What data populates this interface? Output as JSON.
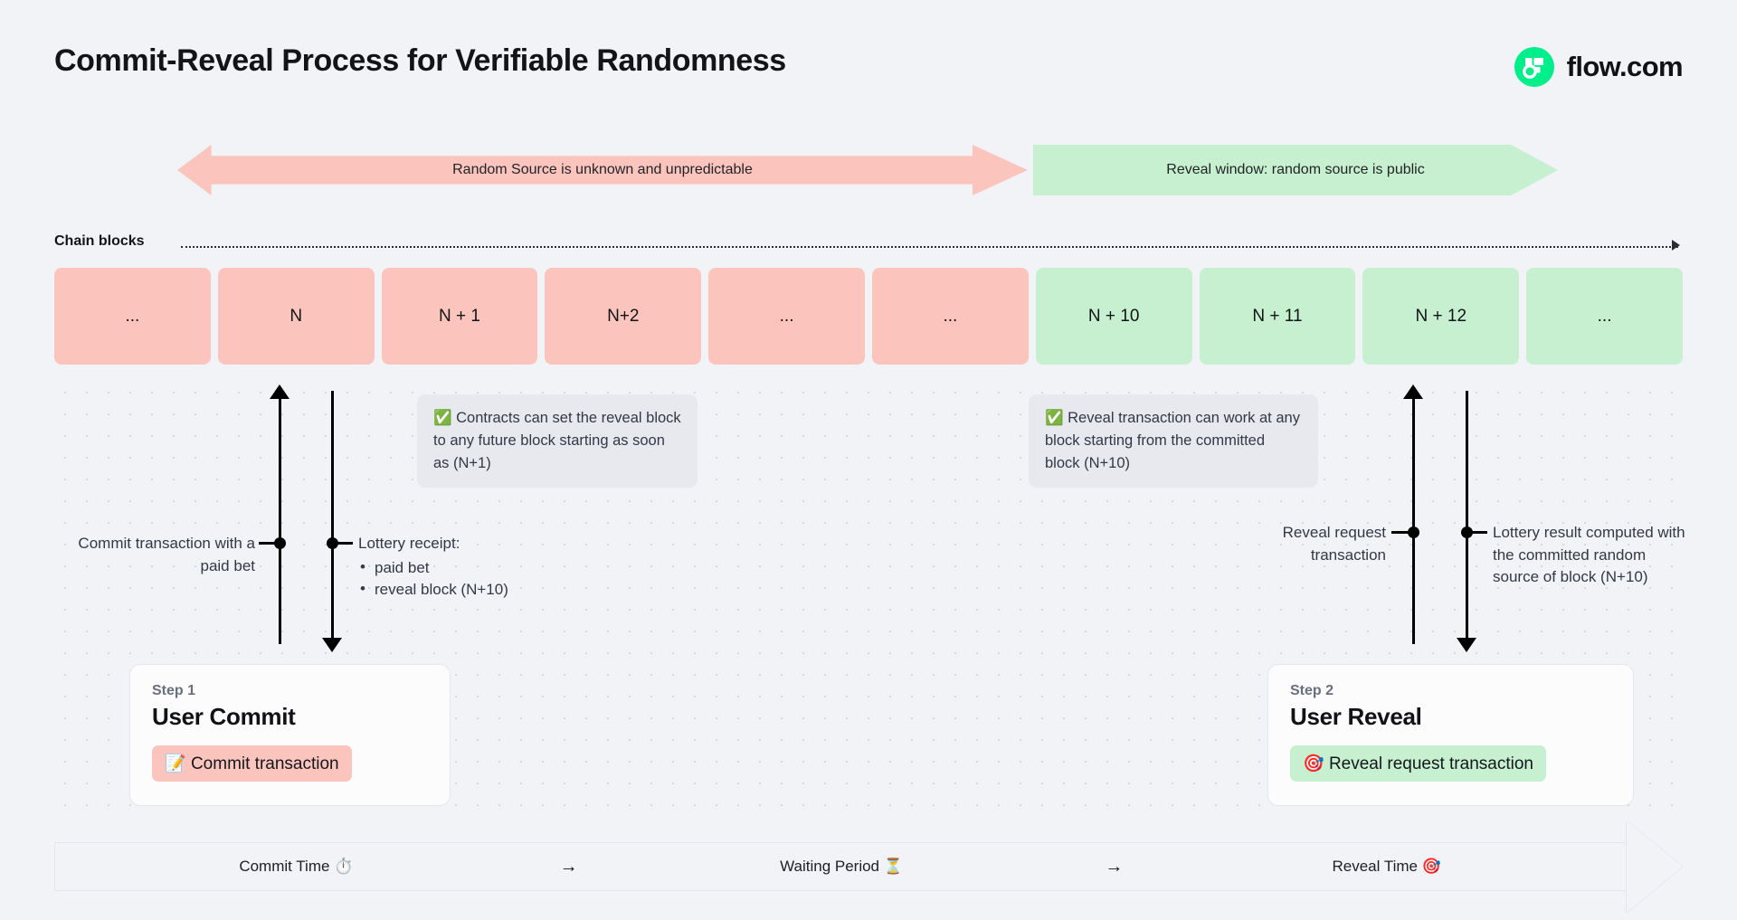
{
  "header": {
    "title": "Commit-Reveal Process for Verifiable Randomness",
    "logo_text": "flow.com",
    "logo_icon": "flow-logo-icon",
    "logo_color": "#00ef8b"
  },
  "banners": {
    "pink": {
      "label": "Random Source is unknown and unpredictable",
      "color": "#fbc5bd"
    },
    "green": {
      "label": "Reveal window: random source is public",
      "color": "#c6f0cf"
    }
  },
  "chain": {
    "label": "Chain blocks",
    "blocks": [
      {
        "label": "...",
        "state": "pink"
      },
      {
        "label": "N",
        "state": "pink"
      },
      {
        "label": "N + 1",
        "state": "pink"
      },
      {
        "label": "N+2",
        "state": "pink"
      },
      {
        "label": "...",
        "state": "pink"
      },
      {
        "label": "...",
        "state": "pink"
      },
      {
        "label": "N + 10",
        "state": "green"
      },
      {
        "label": "N + 11",
        "state": "green"
      },
      {
        "label": "N + 12",
        "state": "green"
      },
      {
        "label": "...",
        "state": "green"
      }
    ]
  },
  "callouts": {
    "one": {
      "check": "✅",
      "text": "Contracts can set the reveal block to any future block starting as soon as (N+1)"
    },
    "two": {
      "check": "✅",
      "text": "Reveal transaction can work at any block starting from the committed block (N+10)"
    }
  },
  "annotations": {
    "commit_tx": "Commit transaction with a paid bet",
    "lottery_receipt_title": "Lottery receipt:",
    "lottery_receipt_items": [
      "paid bet",
      "reveal block (N+10)"
    ],
    "reveal_request": "Reveal request transaction",
    "lottery_result": "Lottery result computed with the committed random source of block (N+10)"
  },
  "steps": [
    {
      "step": "Step 1",
      "title": "User Commit",
      "pill_icon": "📝",
      "pill_label": "Commit transaction",
      "pill_color": "#fbc5bd"
    },
    {
      "step": "Step 2",
      "title": "User Reveal",
      "pill_icon": "🎯",
      "pill_label": "Reveal request transaction",
      "pill_color": "#c6f0cf"
    }
  ],
  "timeline": {
    "segments": [
      {
        "label": "Commit Time ⏱️"
      },
      {
        "label": "Waiting Period ⏳"
      },
      {
        "label": "Reveal Time 🎯"
      }
    ],
    "arrow": "→"
  }
}
